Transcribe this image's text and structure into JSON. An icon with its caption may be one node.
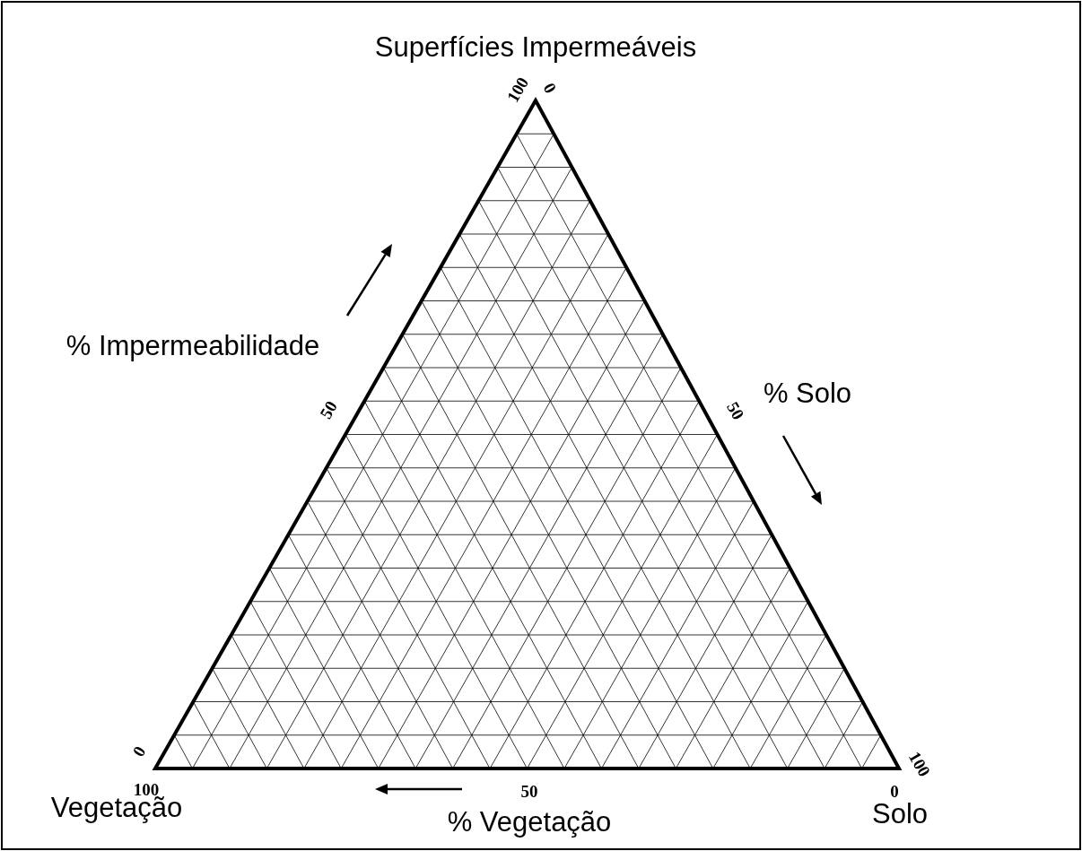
{
  "diagram": {
    "labels": [
      "Superfícies Impermeáveis",
      "100",
      "0",
      "% Impermeabilidade",
      "% Solo",
      "50",
      "50",
      "0",
      "100",
      "100",
      "50",
      "0",
      "Vegetação",
      "% Vegetação",
      "Solo"
    ]
  }
}
